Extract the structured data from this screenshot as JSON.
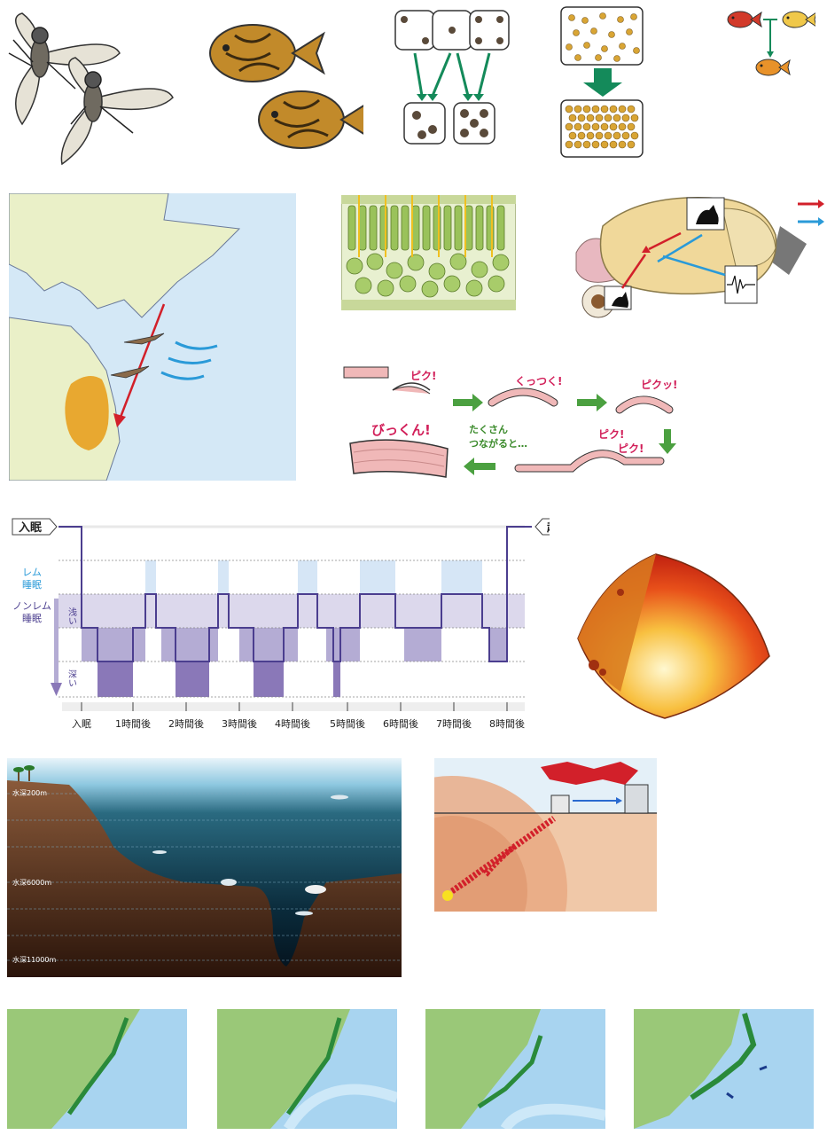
{
  "pikupiku": {
    "words": [
      "ピク!",
      "くっつく!",
      "ピクッ!",
      "ピク!",
      "ピク!",
      "びっくん!",
      "たくさん",
      "つながると…"
    ]
  },
  "sleep_chart": {
    "onset_label": "入眠",
    "wake_label": "起床",
    "rem_label_1": "レム",
    "rem_label_2": "睡眠",
    "nonrem_label_1": "ノンレム",
    "nonrem_label_2": "睡眠",
    "shallow_label": "浅い",
    "deep_label": "深い",
    "x_labels": [
      "入眠",
      "1時間後",
      "2時間後",
      "3時間後",
      "4時間後",
      "5時間後",
      "6時間後",
      "7時間後",
      "8時間後"
    ],
    "colors": {
      "rem": "#d6e6f6",
      "light": "#dcd8ec",
      "mid": "#b4acd4",
      "deep": "#8a78b8",
      "line": "#4b3e8f"
    }
  },
  "ocean": {
    "depth_labels": [
      "水深200m",
      "水深6000m",
      "水深11000m"
    ]
  }
}
